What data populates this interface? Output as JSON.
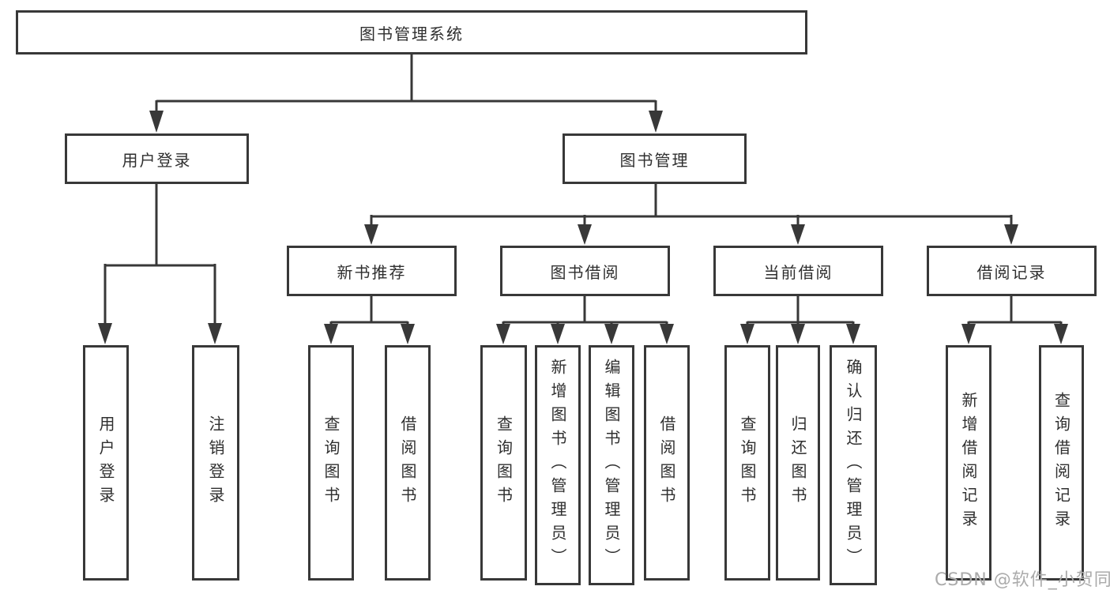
{
  "tree": {
    "label": "图书管理系统",
    "children": [
      {
        "label": "用户登录",
        "children": [
          {
            "label": "用户登录"
          },
          {
            "label": "注销登录"
          }
        ]
      },
      {
        "label": "图书管理",
        "children": [
          {
            "label": "新书推荐",
            "children": [
              {
                "label": "查询图书"
              },
              {
                "label": "借阅图书"
              }
            ]
          },
          {
            "label": "图书借阅",
            "children": [
              {
                "label": "查询图书"
              },
              {
                "label": "新增图书（管理员）"
              },
              {
                "label": "编辑图书（管理员）"
              },
              {
                "label": "借阅图书"
              }
            ]
          },
          {
            "label": "当前借阅",
            "children": [
              {
                "label": "查询图书"
              },
              {
                "label": "归还图书"
              },
              {
                "label": "确认归还（管理员）"
              }
            ]
          },
          {
            "label": "借阅记录",
            "children": [
              {
                "label": "新增借阅记录"
              },
              {
                "label": "查询借阅记录"
              }
            ]
          }
        ]
      }
    ]
  },
  "watermark": "CSDN @软件_小贺同学",
  "colors": {
    "line": "#383838",
    "box_border": "#383838",
    "text": "#2f2f2f",
    "watermark": "#ababab",
    "background": "#ffffff"
  }
}
